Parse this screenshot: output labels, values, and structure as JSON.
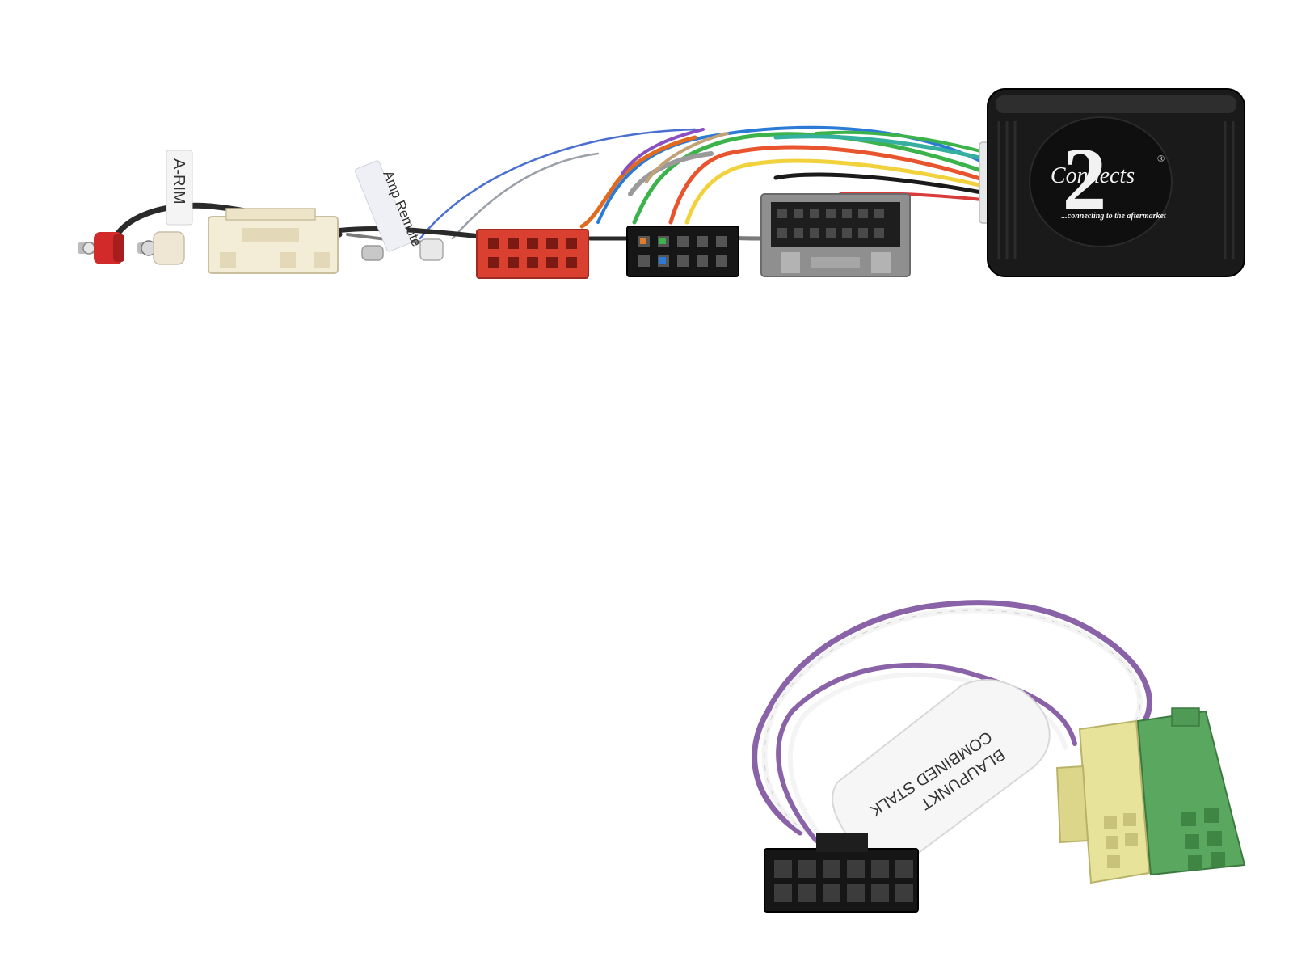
{
  "upper_harness": {
    "label_tag_1": "A-RIM",
    "label_tag_2": "Amp Remote",
    "module": {
      "logo_text": "Connects",
      "logo_numeral": "2",
      "registered_mark": "®",
      "tagline": "...connecting to the aftermarket"
    }
  },
  "lower_harness": {
    "label_line_1": "COMBINED STALK",
    "label_line_2": "BLAUPUNKT"
  },
  "colors": {
    "background": "#ffffff",
    "module_body": "#1a1a1a",
    "red_connector": "#d9402f",
    "grey_connector": "#8f8f8f",
    "black_connector": "#161616",
    "white_connector": "#f3ecd6",
    "yellow_connector": "#e8e39a",
    "green_connector": "#5aa860",
    "purple_wire": "#8a62a8"
  }
}
